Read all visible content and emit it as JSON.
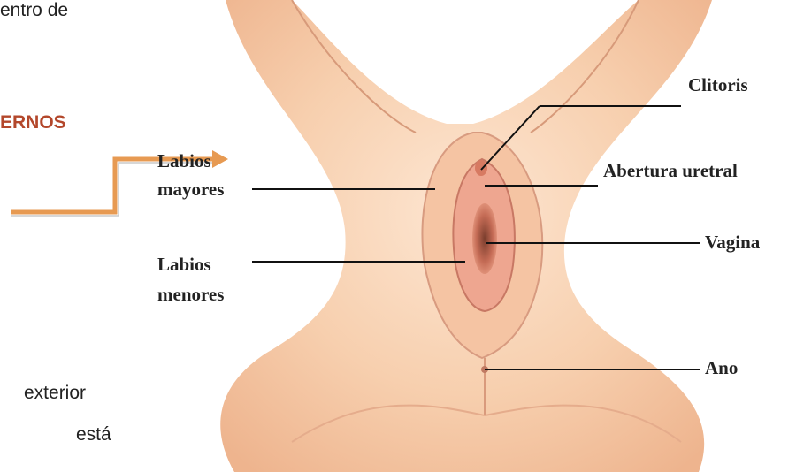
{
  "page": {
    "text_top_fragment": "entro de",
    "section_heading_fragment": "ERNOS",
    "text_exterior_fragment": "exterior",
    "text_esta_fragment": "está"
  },
  "diagram": {
    "labels": {
      "clitoris": "Clitoris",
      "abertura_uretral": "Abertura uretral",
      "vagina": "Vagina",
      "ano": "Ano",
      "labios_mayores_1": "Labios",
      "labios_mayores_2": "mayores",
      "labios_menores_1": "Labios",
      "labios_menores_2": "menores"
    },
    "colors": {
      "skin": "#f8d2b0",
      "skin_light": "#fde7d3",
      "accent_arrow": "#e79a52"
    }
  }
}
